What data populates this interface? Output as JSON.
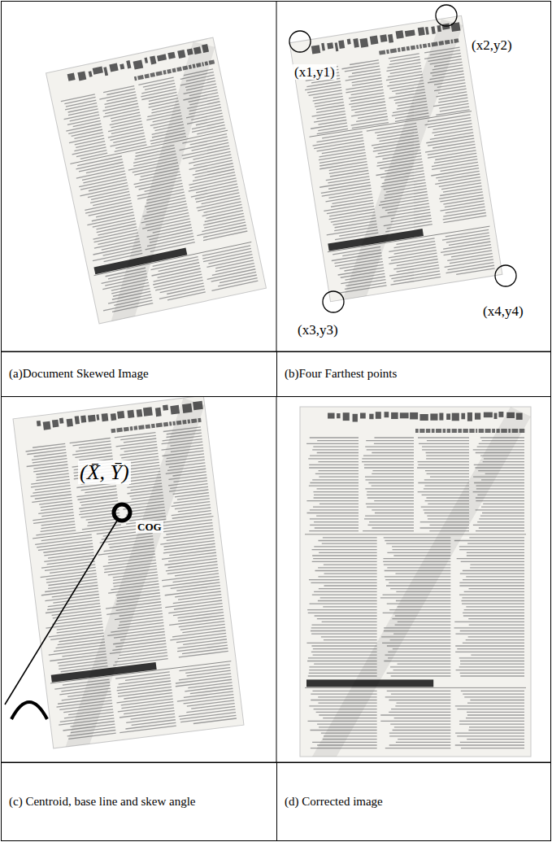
{
  "diagram": {
    "nodes": [
      {
        "text": [
          "(a)Document Skewed Image"
        ]
      },
      {
        "text": [
          "(b)Four Farthest points"
        ]
      },
      {
        "text": [
          "(c) Centroid, base line and skew angle"
        ]
      },
      {
        "text": [
          "(d) Corrected image"
        ]
      }
    ],
    "labels": [
      "(x1,y1)",
      "(x2,y2)",
      "(x3,y3)",
      "(x4,y4)",
      "(X̄, Ȳ)",
      "COG"
    ]
  }
}
